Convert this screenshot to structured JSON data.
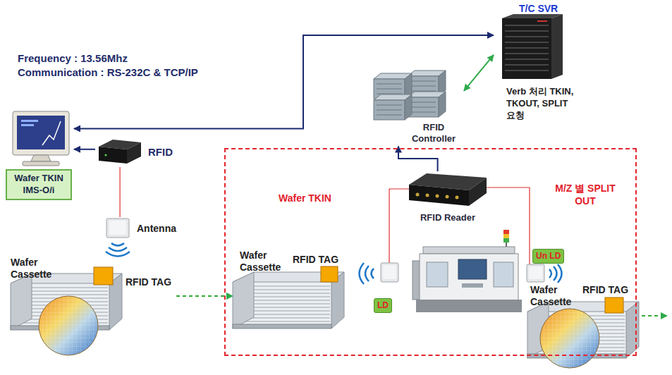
{
  "diagram": {
    "nodes": [
      {
        "text": [
          "T/C SVR",
          "Verb 처리 TKIN, TKOUT, SPLIT 요청"
        ]
      },
      {
        "text": [
          "RFID Controller"
        ]
      },
      {
        "text": [
          "Wafer TKIN IMS-O/i"
        ]
      },
      {
        "text": [
          "RFID"
        ]
      },
      {
        "text": [
          "Antenna"
        ]
      },
      {
        "text": [
          "Wafer Cassette",
          "RFID TAG"
        ]
      },
      {
        "text": [
          "Wafer TKIN",
          "M/Z 별 SPLIT OUT"
        ]
      },
      {
        "text": [
          "RFID Reader"
        ],
        "in": 6
      },
      {
        "text": [
          "Wafer Cassette",
          "RFID TAG"
        ],
        "in": 6
      },
      {
        "text": [
          "LD"
        ],
        "in": 6
      },
      {
        "text": [
          "Un LD"
        ],
        "in": 6
      },
      {
        "text": [
          "Wafer Cassette",
          "RFID TAG"
        ],
        "in": 6
      }
    ],
    "edges": [
      {
        "from": 2,
        "to": 0,
        "arrow": "both"
      },
      {
        "from": 1,
        "to": 0,
        "arrow": "both"
      },
      {
        "from": 3,
        "to": 2,
        "arrow": "to"
      },
      {
        "from": 3,
        "to": 4,
        "arrow": "none"
      },
      {
        "from": 7,
        "to": 1,
        "arrow": "to"
      },
      {
        "from": 5,
        "to": 8,
        "arrow": "to"
      }
    ],
    "labels": [
      "Frequency : 13.56Mhz",
      "Communication : RS-232C & TCP/IP"
    ]
  }
}
